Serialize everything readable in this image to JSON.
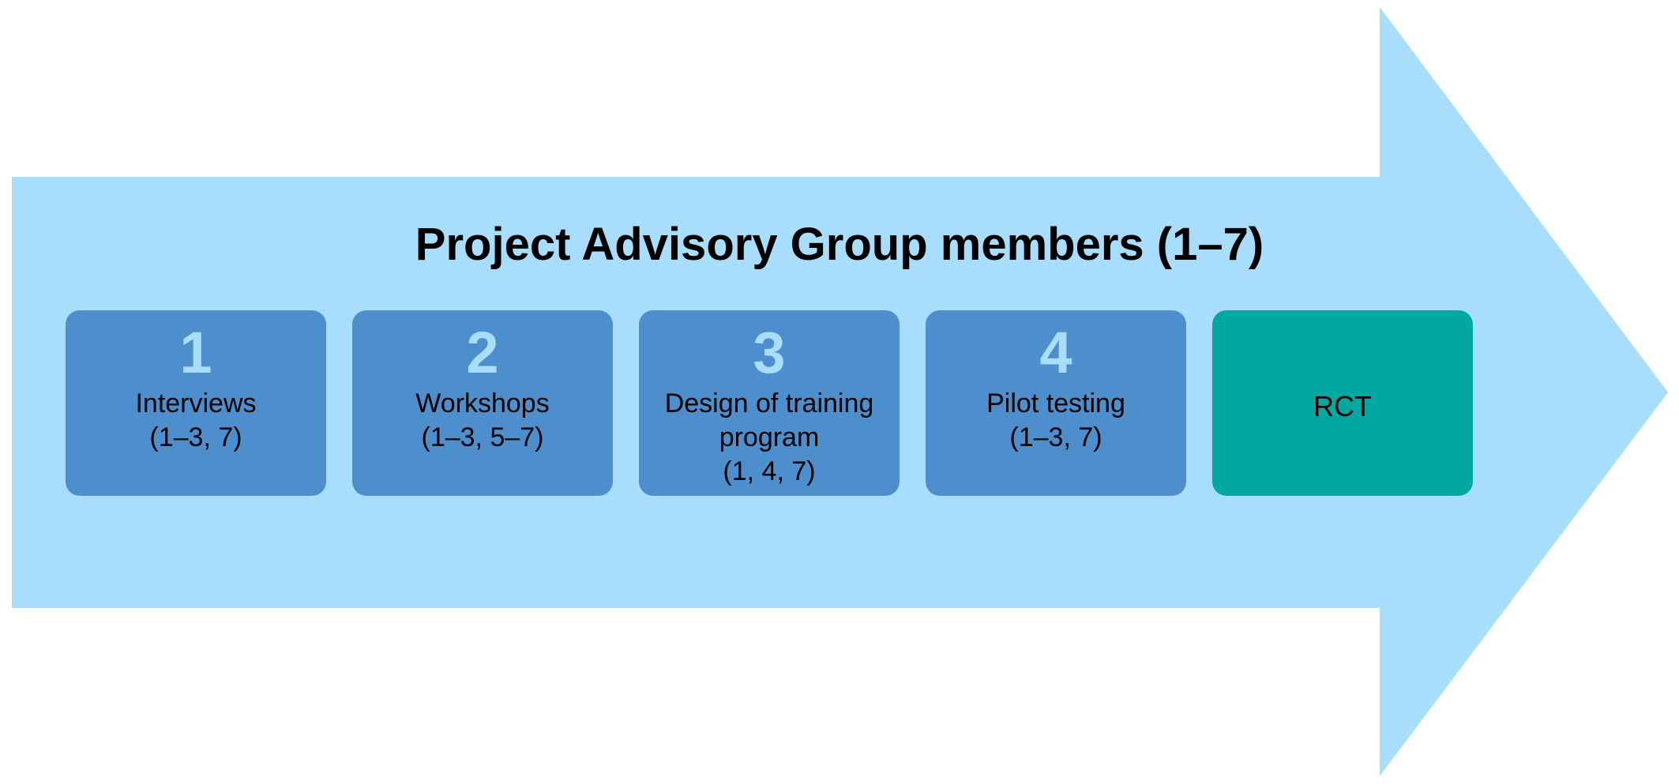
{
  "title": "Project Advisory Group members (1–7)",
  "colors": {
    "arrow": "#a8ddfb",
    "step_box": "#4d8fcc",
    "step_number": "#a8ddfb",
    "final_box": "#00a8a2",
    "text": "#000000"
  },
  "steps": [
    {
      "number": "1",
      "label": "Interviews",
      "members": "(1–3, 7)"
    },
    {
      "number": "2",
      "label": "Workshops",
      "members": "(1–3, 5–7)"
    },
    {
      "number": "3",
      "label": "Design of training program",
      "members": "(1, 4, 7)"
    },
    {
      "number": "4",
      "label": "Pilot testing",
      "members": "(1–3, 7)"
    }
  ],
  "final_step": {
    "label": "RCT"
  }
}
